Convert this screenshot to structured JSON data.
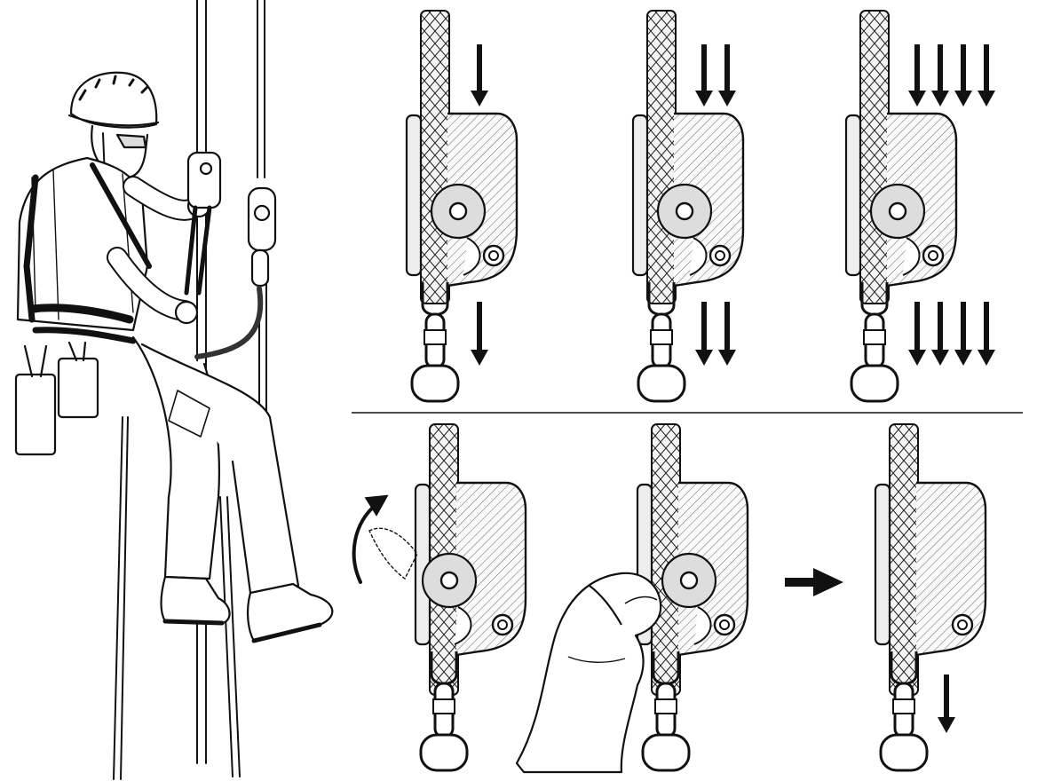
{
  "colors": {
    "ink": "#111111",
    "paper": "#ffffff",
    "shade": "#e9e9e9",
    "rope": "#f3f3f3"
  },
  "figure": {
    "panels": [
      {
        "name": "load-1",
        "row": "top",
        "arrows_above": 1,
        "arrows_below": 1,
        "cam": "grip"
      },
      {
        "name": "load-2",
        "row": "top",
        "arrows_above": 2,
        "arrows_below": 2,
        "cam": "grip"
      },
      {
        "name": "load-4",
        "row": "top",
        "arrows_above": 4,
        "arrows_below": 4,
        "cam": "slip"
      },
      {
        "name": "release-open",
        "row": "bottom",
        "arrows_above": 0,
        "arrows_below": 0,
        "cam": "open"
      },
      {
        "name": "release-hand",
        "row": "bottom",
        "arrows_above": 0,
        "arrows_below": 0,
        "cam": "hand"
      },
      {
        "name": "release-slide",
        "row": "bottom",
        "arrows_above": 0,
        "arrows_below": 1,
        "cam": "released"
      }
    ]
  }
}
